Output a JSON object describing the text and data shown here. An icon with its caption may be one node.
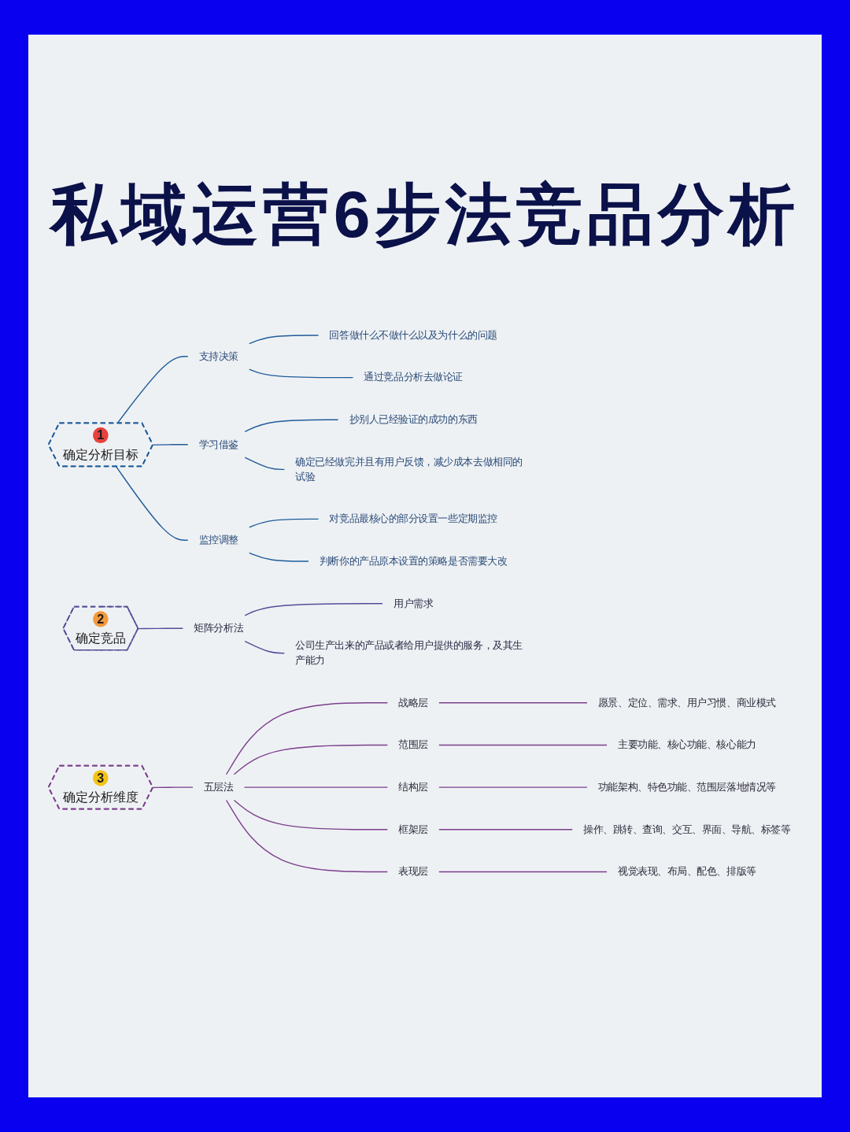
{
  "diagram": {
    "title": "私域运营6步法竞品分析",
    "nodes": [
      {
        "text": [
          "1",
          "确定分析目标"
        ]
      },
      {
        "text": [
          "支持决策"
        ]
      },
      {
        "text": [
          "回答做什么不做什么以及为什么的问题"
        ]
      },
      {
        "text": [
          "通过竞品分析去做论证"
        ]
      },
      {
        "text": [
          "学习借鉴"
        ]
      },
      {
        "text": [
          "抄别人已经验证的成功的东西"
        ]
      },
      {
        "text": [
          "确定已经做完并且有用户反馈，减少成本去做相同的试验"
        ]
      },
      {
        "text": [
          "监控调整"
        ]
      },
      {
        "text": [
          "对竞品最核心的部分设置一些定期监控"
        ]
      },
      {
        "text": [
          "判断你的产品原本设置的策略是否需要大改"
        ]
      },
      {
        "text": [
          "2",
          "确定竞品"
        ]
      },
      {
        "text": [
          "矩阵分析法"
        ]
      },
      {
        "text": [
          "用户需求"
        ]
      },
      {
        "text": [
          "公司生产出来的产品或者给用户提供的服务，及其生产能力"
        ]
      },
      {
        "text": [
          "3",
          "确定分析维度"
        ]
      },
      {
        "text": [
          "五层法"
        ]
      },
      {
        "text": [
          "战略层"
        ]
      },
      {
        "text": [
          "愿景、定位、需求、用户习惯、商业模式"
        ]
      },
      {
        "text": [
          "范围层"
        ]
      },
      {
        "text": [
          "主要功能、核心功能、核心能力"
        ]
      },
      {
        "text": [
          "结构层"
        ]
      },
      {
        "text": [
          "功能架构、特色功能、范围层落地情况等"
        ]
      },
      {
        "text": [
          "框架层"
        ]
      },
      {
        "text": [
          "操作、跳转、查询、交互、界面、导航、标签等"
        ]
      },
      {
        "text": [
          "表现层"
        ]
      },
      {
        "text": [
          "视觉表现、布局、配色、排版等"
        ]
      }
    ],
    "edges": [
      {
        "from": 0,
        "to": 1,
        "arrow": "none",
        "color": "#1f5c99"
      },
      {
        "from": 0,
        "to": 4,
        "arrow": "none",
        "color": "#1f5c99"
      },
      {
        "from": 0,
        "to": 7,
        "arrow": "none",
        "color": "#1f5c99"
      },
      {
        "from": 1,
        "to": 2,
        "arrow": "none",
        "color": "#1f5c99"
      },
      {
        "from": 1,
        "to": 3,
        "arrow": "none",
        "color": "#1f5c99"
      },
      {
        "from": 4,
        "to": 5,
        "arrow": "none",
        "color": "#1f5c99"
      },
      {
        "from": 4,
        "to": 6,
        "arrow": "none",
        "color": "#1f5c99"
      },
      {
        "from": 7,
        "to": 8,
        "arrow": "none",
        "color": "#1f5c99"
      },
      {
        "from": 7,
        "to": 9,
        "arrow": "none",
        "color": "#1f5c99"
      },
      {
        "from": 10,
        "to": 11,
        "arrow": "none",
        "color": "#564c98"
      },
      {
        "from": 11,
        "to": 12,
        "arrow": "none",
        "color": "#564c98"
      },
      {
        "from": 11,
        "to": 13,
        "arrow": "none",
        "color": "#564c98"
      },
      {
        "from": 14,
        "to": 15,
        "arrow": "none"
      },
      {
        "from": 15,
        "to": 16,
        "arrow": "none"
      },
      {
        "from": 15,
        "to": 18,
        "arrow": "none"
      },
      {
        "from": 15,
        "to": 20,
        "arrow": "none"
      },
      {
        "from": 15,
        "to": 22,
        "arrow": "none"
      },
      {
        "from": 15,
        "to": 24,
        "arrow": "none"
      },
      {
        "from": 16,
        "to": 17,
        "arrow": "none"
      },
      {
        "from": 18,
        "to": 19,
        "arrow": "none"
      },
      {
        "from": 20,
        "to": 21,
        "arrow": "none"
      },
      {
        "from": 22,
        "to": 23,
        "arrow": "none"
      },
      {
        "from": 24,
        "to": 25,
        "arrow": "none"
      }
    ]
  }
}
